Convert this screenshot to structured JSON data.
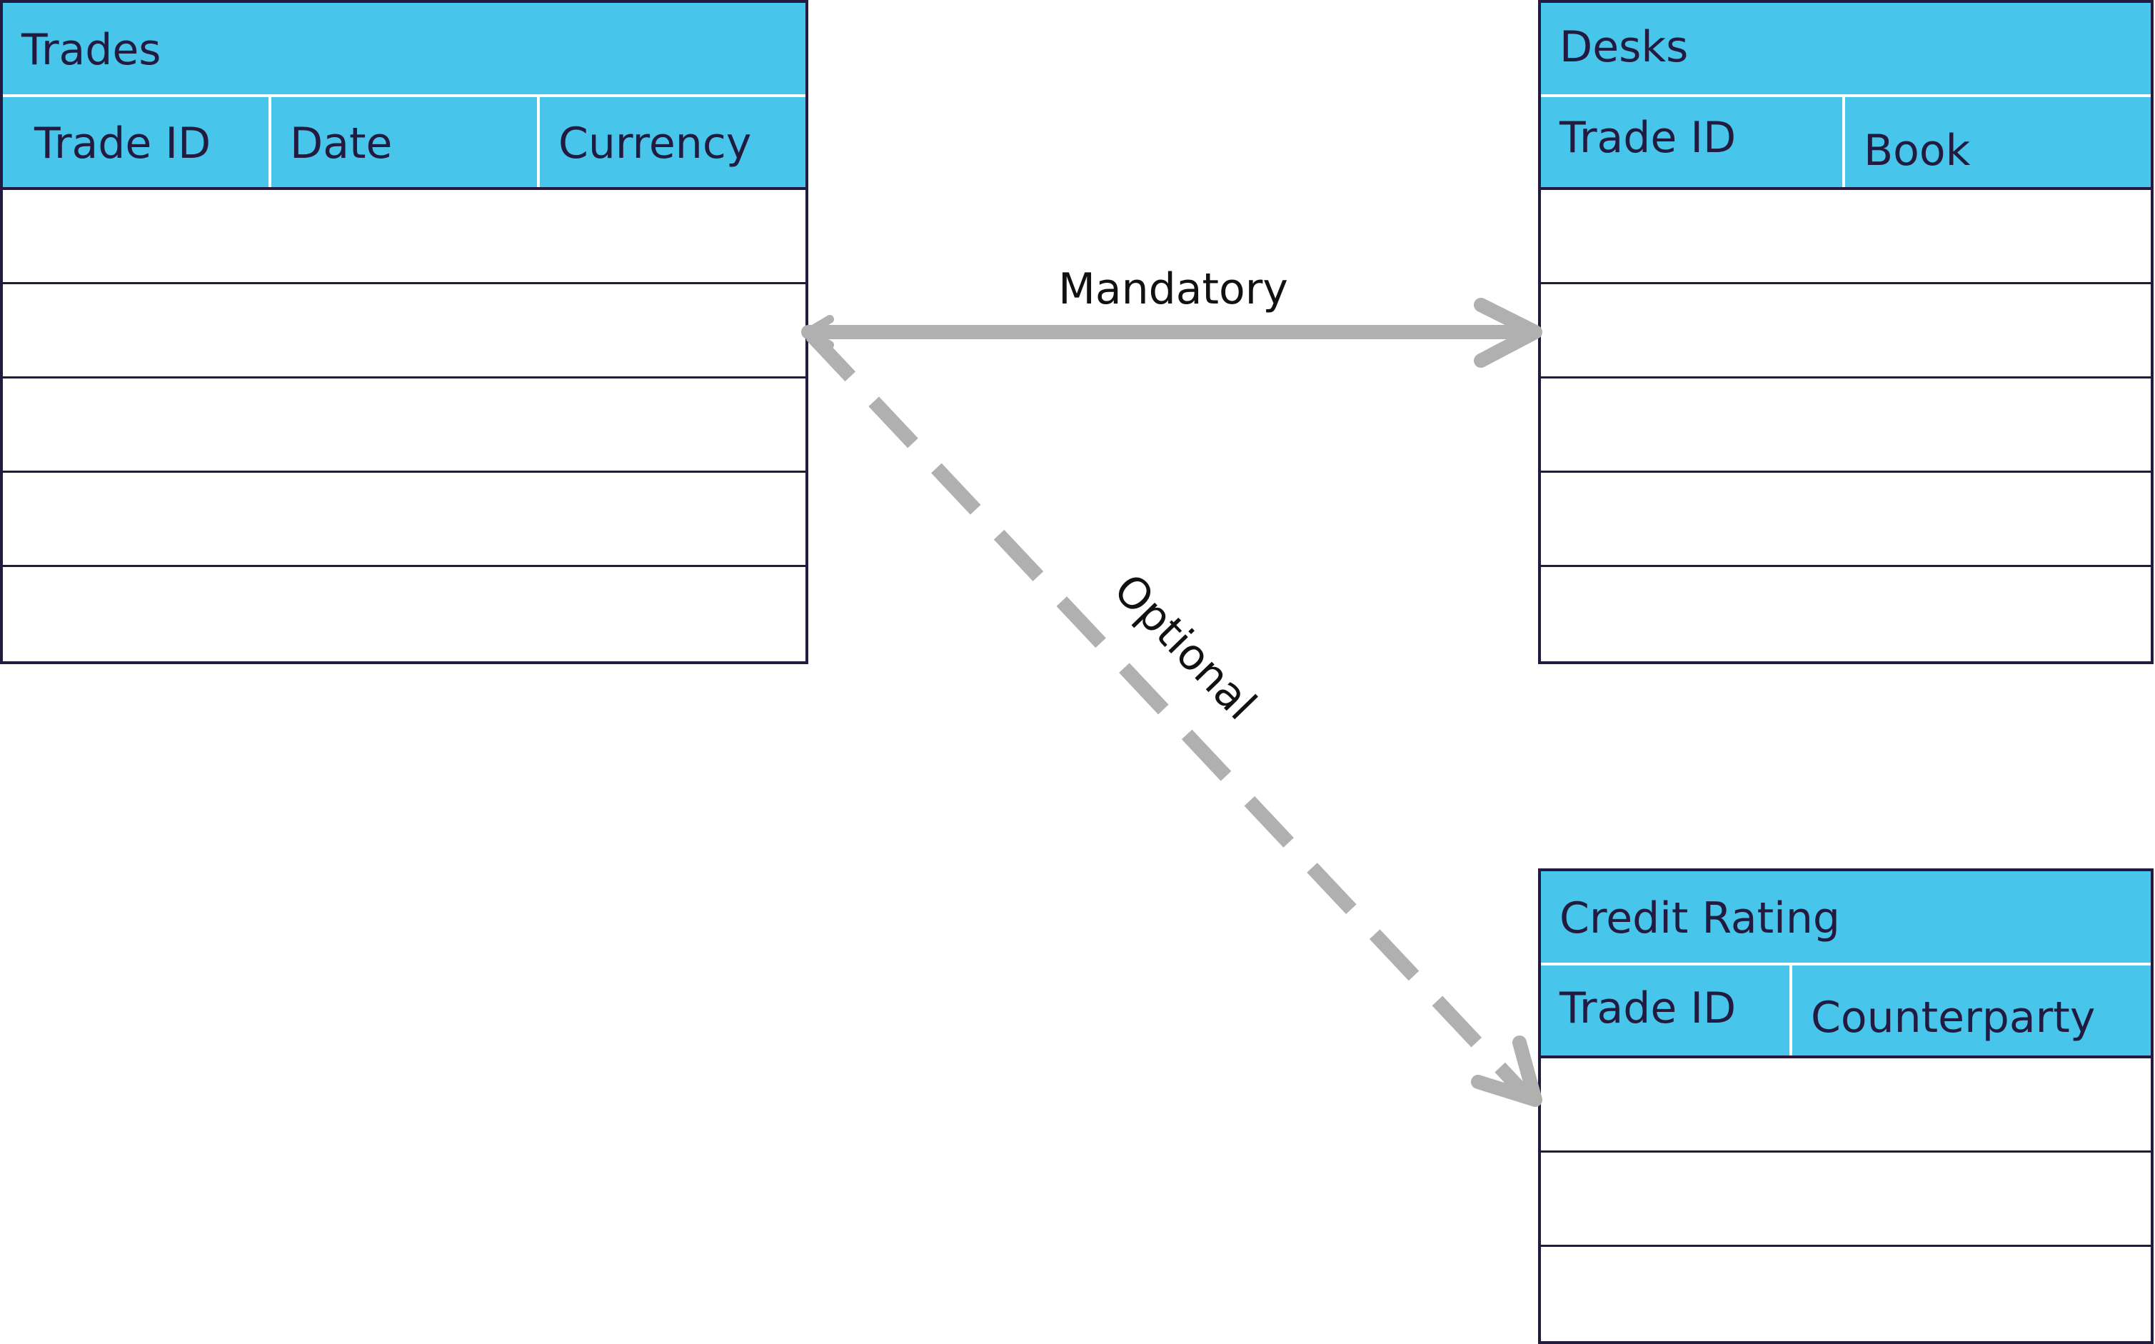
{
  "tables": {
    "trades": {
      "title": "Trades",
      "columns": [
        "Trade ID",
        "Date",
        "Currency"
      ],
      "row_count": 5
    },
    "desks": {
      "title": "Desks",
      "columns": [
        "Trade ID",
        "Book"
      ],
      "row_count": 5
    },
    "credit_rating": {
      "title": "Credit Rating",
      "columns": [
        "Trade ID",
        "Counterparty"
      ],
      "row_count": 3
    }
  },
  "links": {
    "mandatory": {
      "label": "Mandatory",
      "style": "solid"
    },
    "optional": {
      "label": "Optional",
      "style": "dashed"
    }
  },
  "colors": {
    "header_fill": "#48c5eb",
    "border": "#231a3f",
    "arrow": "#b0b0b0",
    "header_text": "#231a3f"
  }
}
